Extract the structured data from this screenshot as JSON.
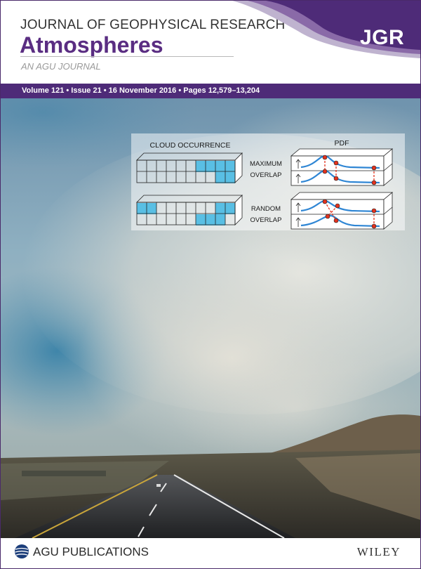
{
  "header": {
    "journal_name": "JOURNAL OF GEOPHYSICAL RESEARCH",
    "series_title": "Atmospheres",
    "subtitle": "AN AGU JOURNAL",
    "logo": "JGR"
  },
  "volume_info": "Volume 121 • Issue 21 • 16 November 2016 • Pages 12,579–13,204",
  "diagram": {
    "left_heading": "CLOUD OCCURRENCE",
    "right_heading": "PDF",
    "row1_label": [
      "MAXIMUM",
      "OVERLAP"
    ],
    "row2_label": [
      "RANDOM",
      "OVERLAP"
    ]
  },
  "footer": {
    "publisher": "AGU PUBLICATIONS",
    "wiley": "WILEY",
    "agu_icon": "agu-globe-icon"
  },
  "colors": {
    "purple": "#5a2d82",
    "band": "#4e2b78",
    "cloud_cell": "#59bfe4",
    "pdf_curve": "#2f86d4",
    "pdf_dash": "#e3321e"
  }
}
